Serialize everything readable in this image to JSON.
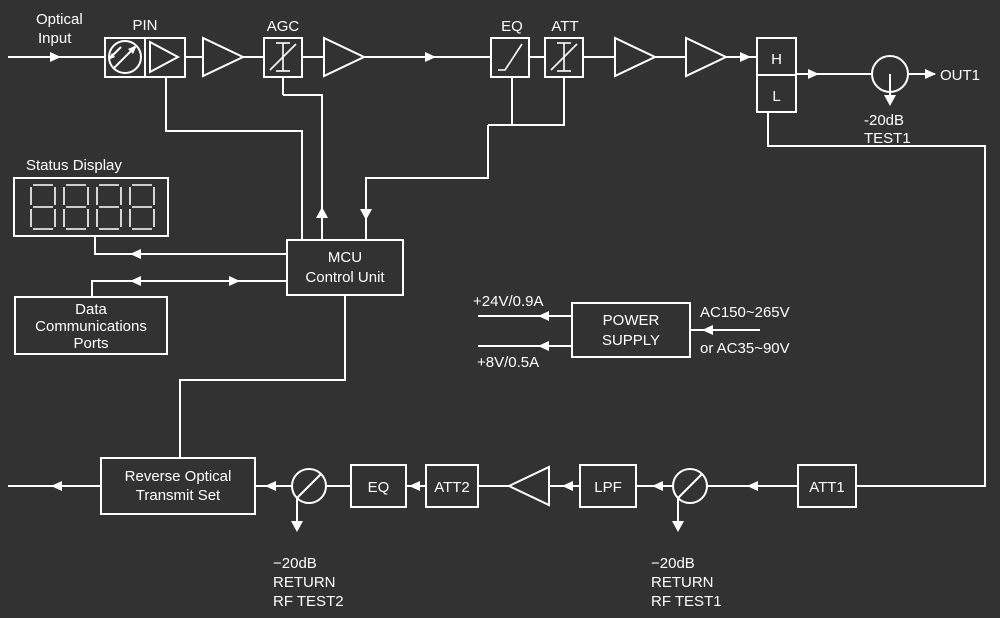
{
  "labels": {
    "optical_input_1": "Optical",
    "optical_input_2": "Input",
    "pin": "PIN",
    "agc": "AGC",
    "eq_top": "EQ",
    "att_top": "ATT",
    "h": "H",
    "l": "L",
    "out1": "OUT1",
    "test1_db": "-20dB",
    "test1": "TEST1",
    "status_display": "Status Display",
    "mcu_1": "MCU",
    "mcu_2": "Control Unit",
    "data_1": "Data",
    "data_2": "Communications",
    "data_3": "Ports",
    "v24": "+24V/0.9A",
    "v8": "+8V/0.5A",
    "power_1": "POWER",
    "power_2": "SUPPLY",
    "ac1": "AC150~265V",
    "ac2": "or AC35~90V",
    "reverse_1": "Reverse  Optical",
    "reverse_2": "Transmit Set",
    "eq_bottom": "EQ",
    "att2": "ATT2",
    "lpf": "LPF",
    "att1": "ATT1",
    "rf2_db": "−20dB",
    "rf2_return": "RETURN",
    "rf2_test": "RF TEST2",
    "rf1_db": "−20dB",
    "rf1_return": "RETURN",
    "rf1_test": "RF TEST1"
  }
}
